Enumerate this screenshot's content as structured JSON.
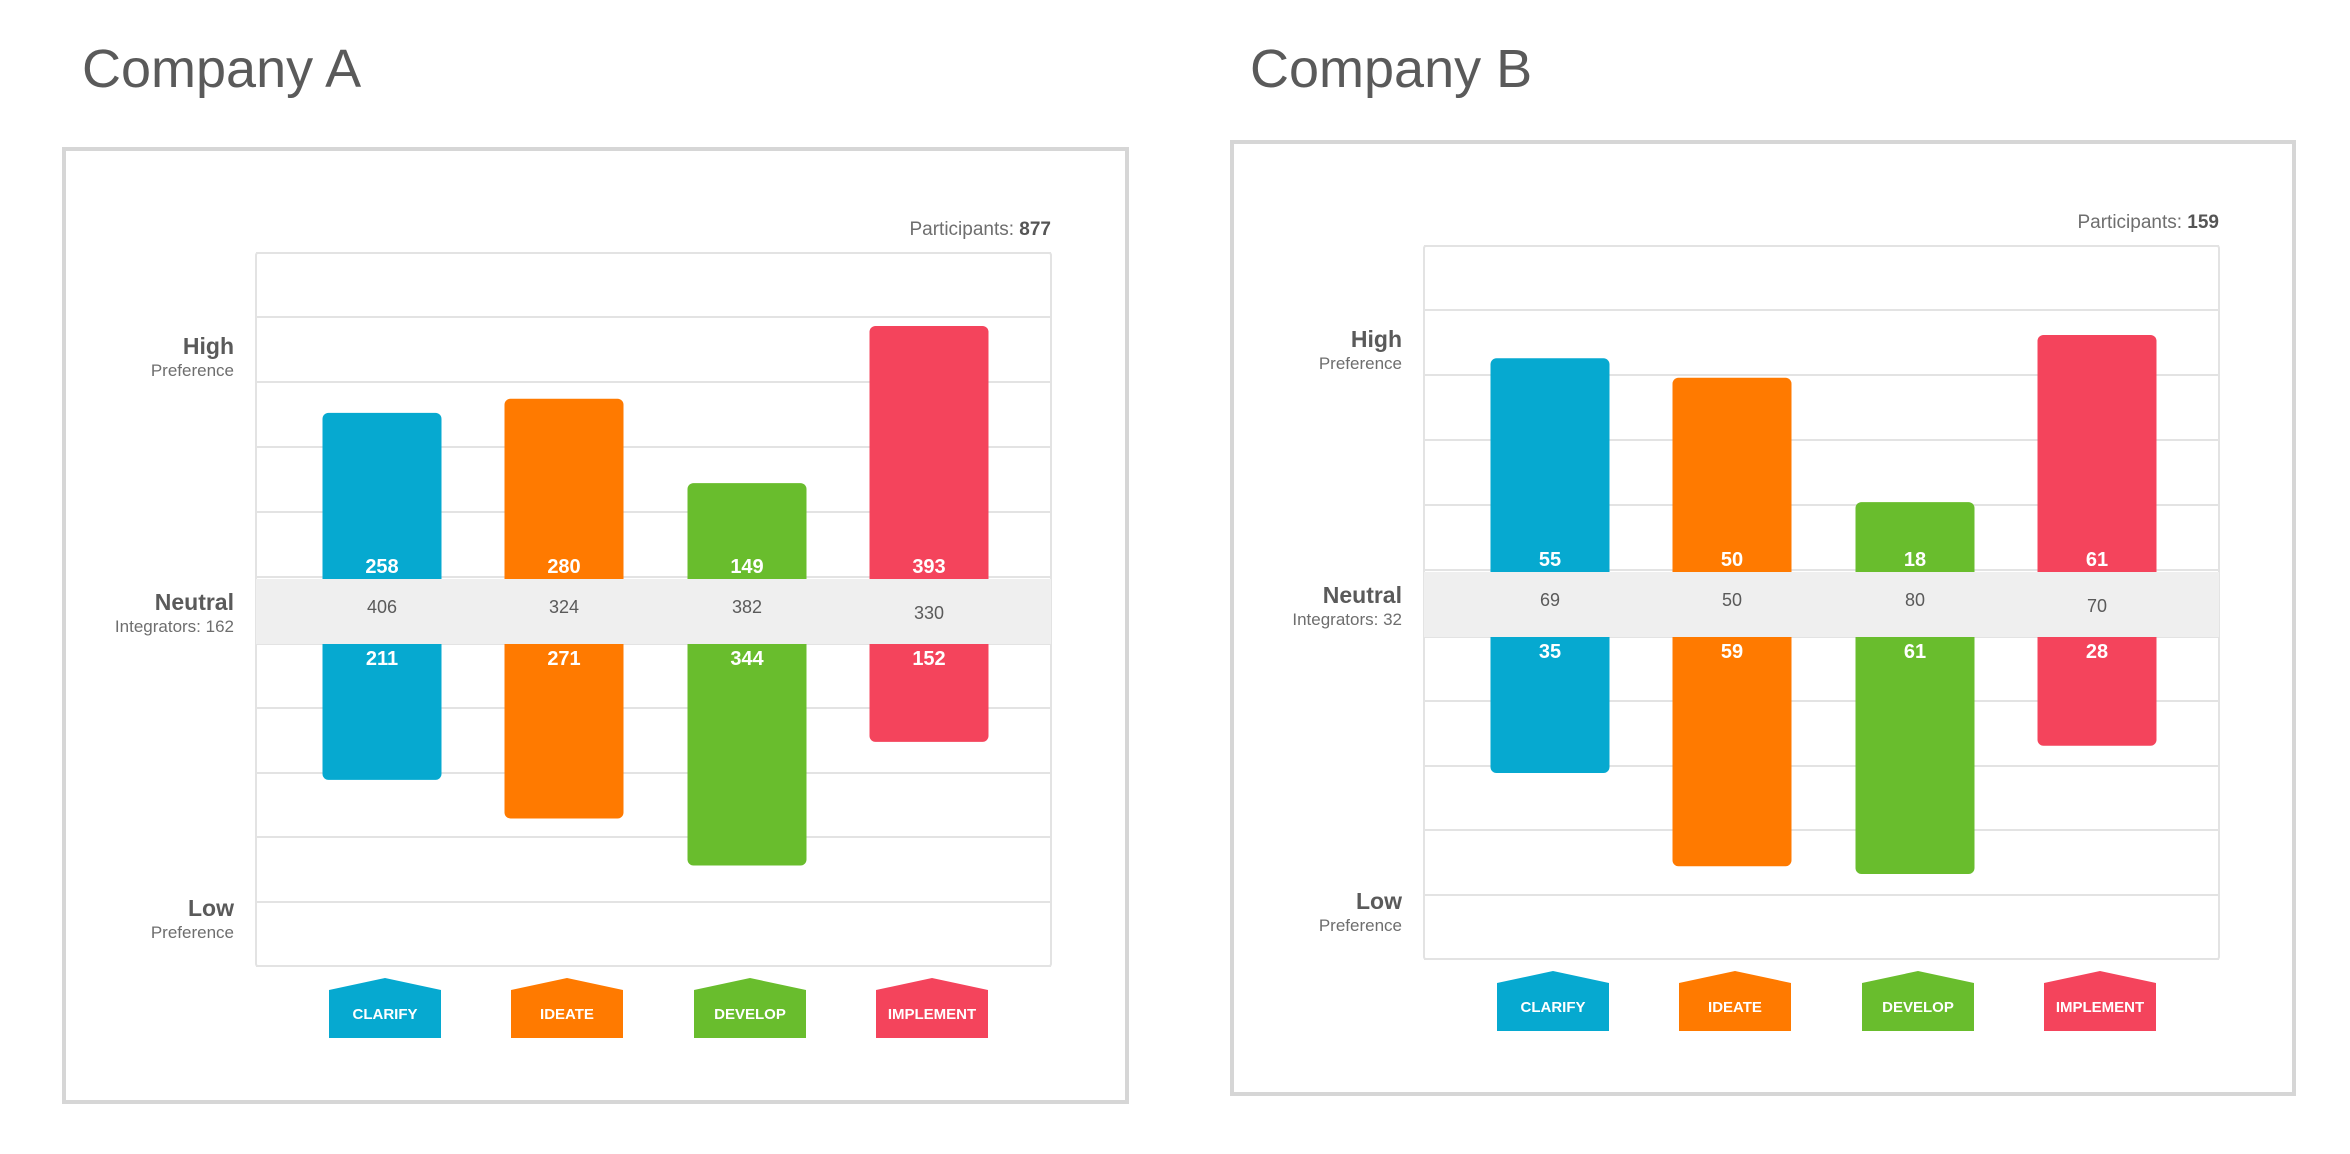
{
  "colors": {
    "clarify": "#06a9d0",
    "ideate": "#ff7a00",
    "develop": "#69bd2d",
    "implement": "#f4445c",
    "neutral_band": "#efefef",
    "grid": "#e3e3e3",
    "text_dark": "#5a5a5a",
    "text_light": "#6e6e6e"
  },
  "row_labels": {
    "high": "High",
    "high_sub": "Preference",
    "neutral": "Neutral",
    "low": "Low",
    "low_sub": "Preference"
  },
  "chart_data": [
    {
      "type": "bar",
      "title": "Company A",
      "participants_label": "Participants:",
      "participants": "877",
      "integrators_label": "Integrators: 162",
      "categories": [
        "CLARIFY",
        "IDEATE",
        "DEVELOP",
        "IMPLEMENT"
      ],
      "category_colors": [
        "#06a9d0",
        "#ff7a00",
        "#69bd2d",
        "#f4445c"
      ],
      "series": [
        {
          "name": "High",
          "values": [
            258,
            280,
            149,
            393
          ]
        },
        {
          "name": "Neutral",
          "values": [
            406,
            324,
            382,
            330
          ]
        },
        {
          "name": "Low",
          "values": [
            211,
            271,
            344,
            152
          ]
        }
      ]
    },
    {
      "type": "bar",
      "title": "Company B",
      "participants_label": "Participants:",
      "participants": "159",
      "integrators_label": "Integrators: 32",
      "categories": [
        "CLARIFY",
        "IDEATE",
        "DEVELOP",
        "IMPLEMENT"
      ],
      "category_colors": [
        "#06a9d0",
        "#ff7a00",
        "#69bd2d",
        "#f4445c"
      ],
      "series": [
        {
          "name": "High",
          "values": [
            55,
            50,
            18,
            61
          ]
        },
        {
          "name": "Neutral",
          "values": [
            69,
            50,
            80,
            70
          ]
        },
        {
          "name": "Low",
          "values": [
            35,
            59,
            61,
            28
          ]
        }
      ]
    }
  ]
}
